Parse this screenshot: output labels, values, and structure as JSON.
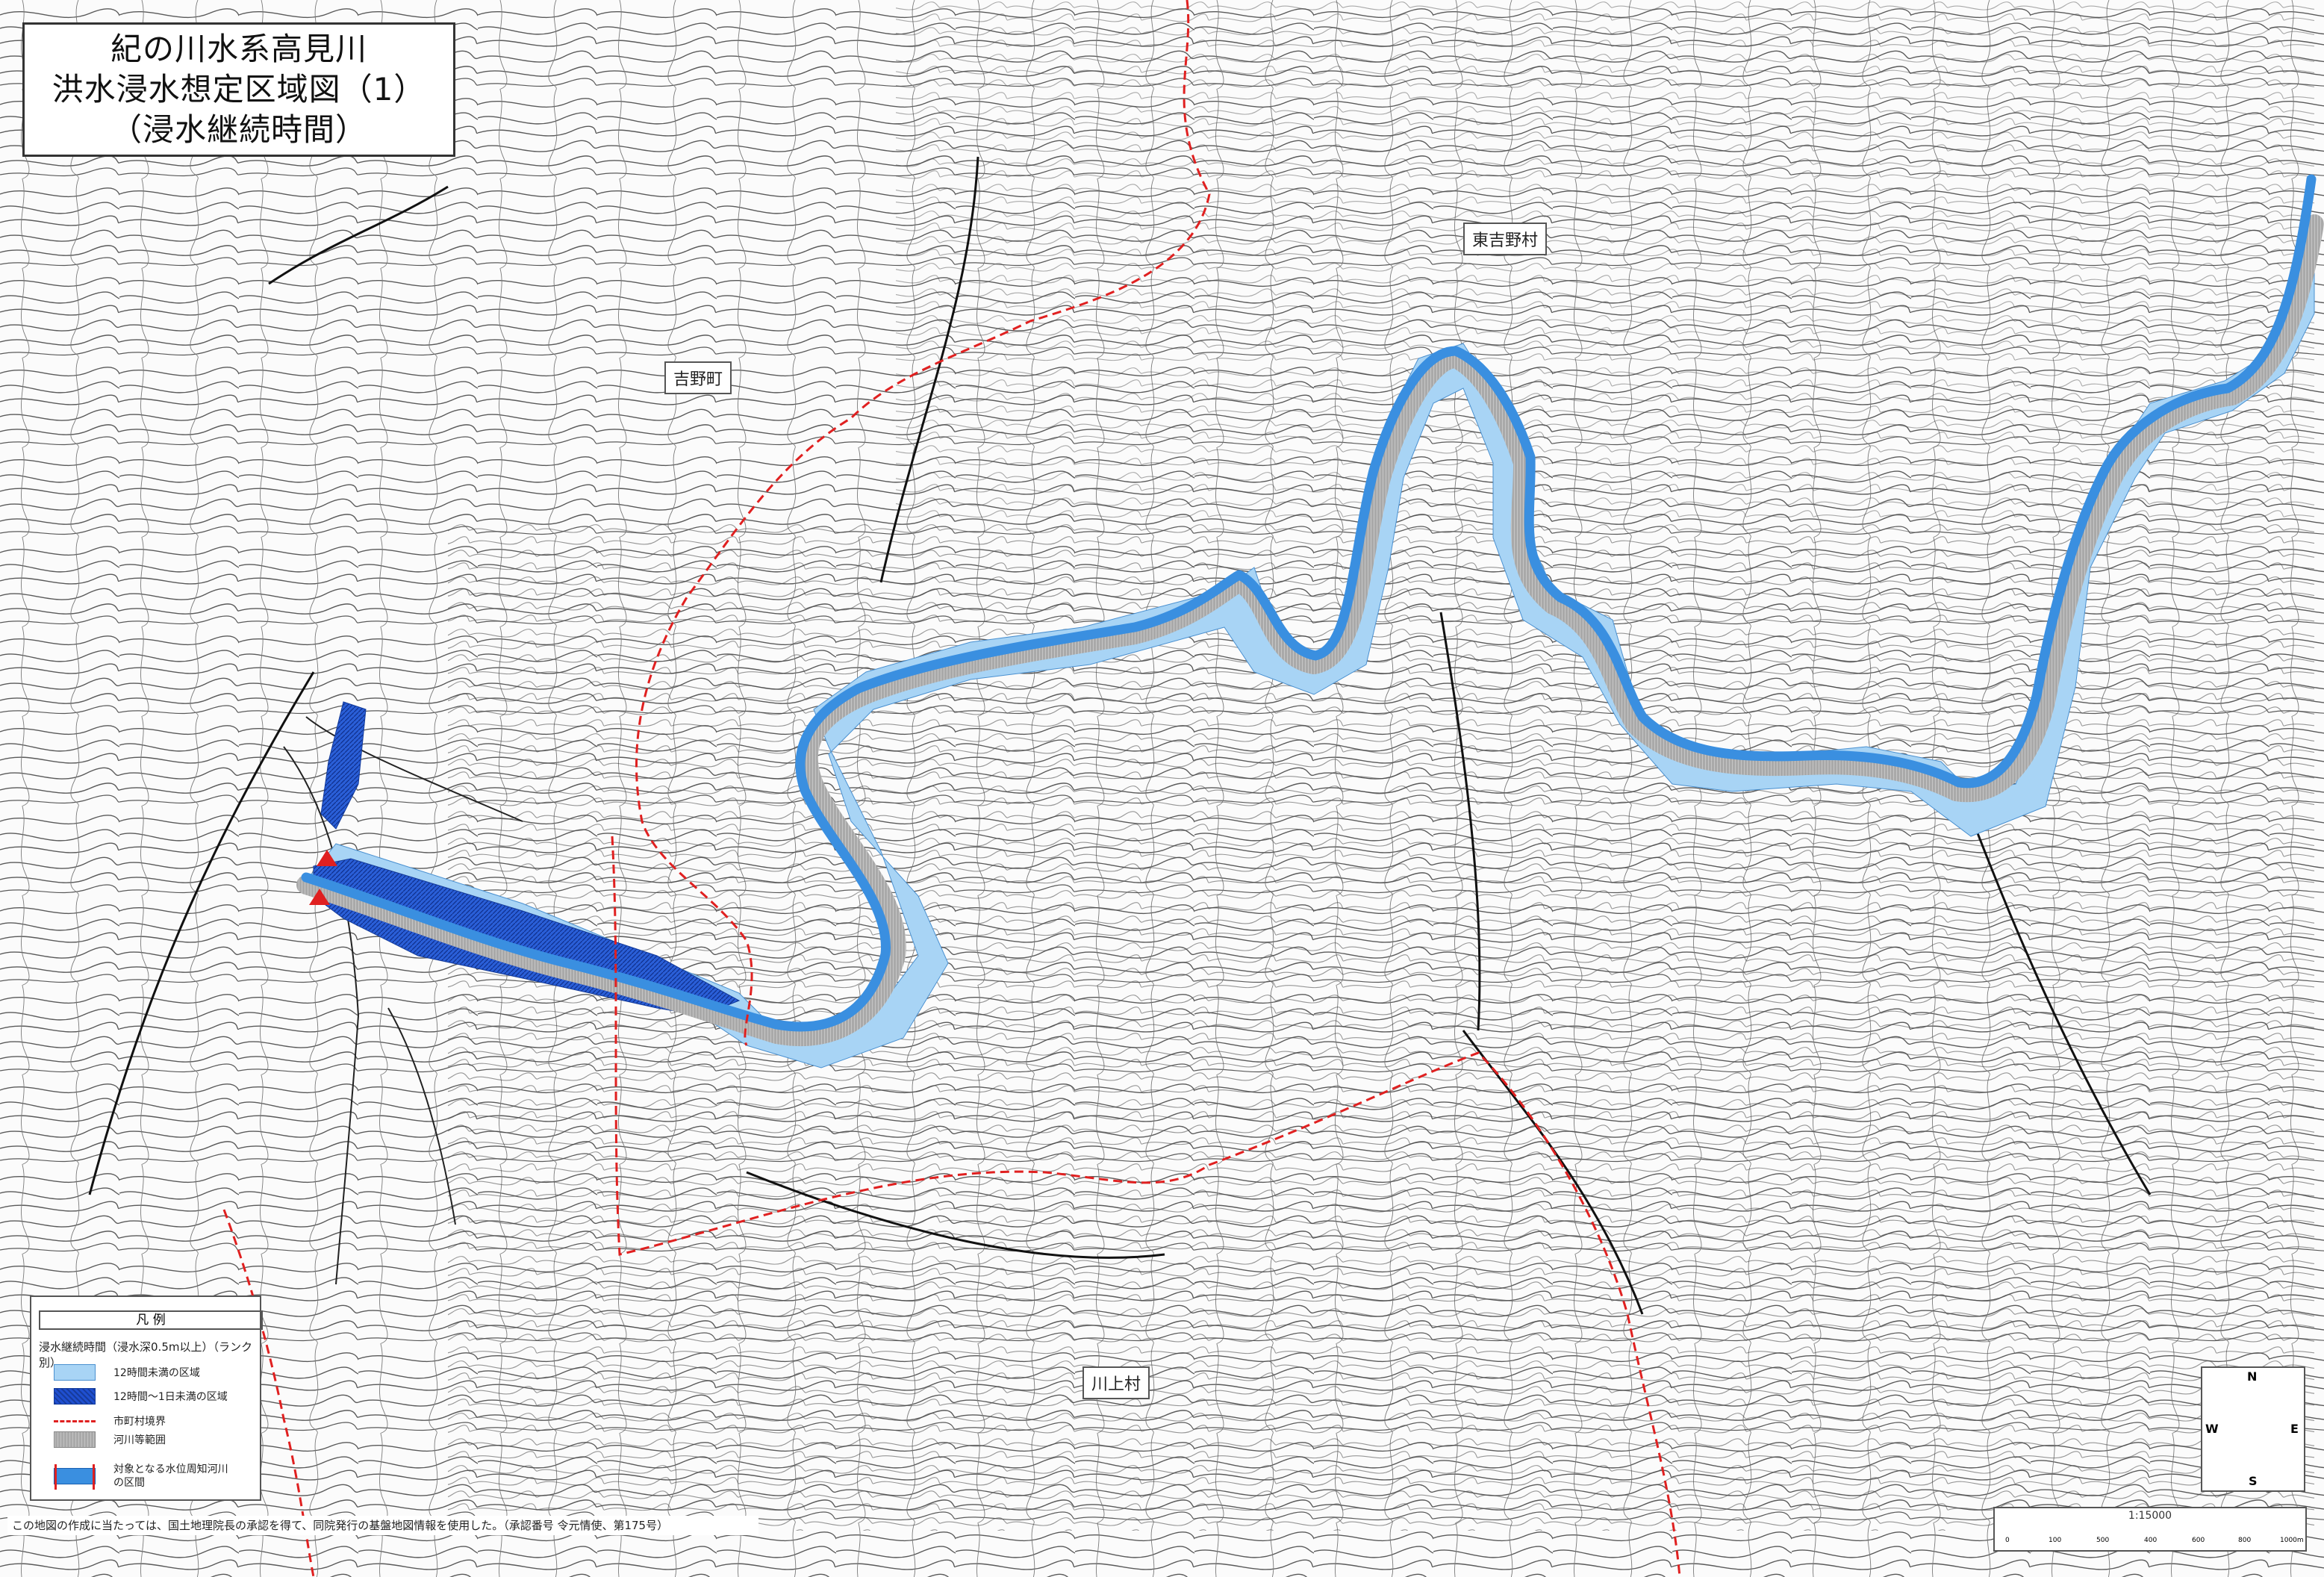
{
  "title": {
    "line1": "紀の川水系高見川",
    "line2": "洪水浸水想定区域図（1）",
    "line3": "（浸水継続時間）"
  },
  "places": {
    "yoshino": "吉野町",
    "higashiyoshino": "東吉野村",
    "kawakami": "川上村"
  },
  "legend": {
    "title": "凡 例",
    "subtitle": "浸水継続時間（浸水深0.5m以上）（ランク別）",
    "items": [
      {
        "label": "12時間未満の区域",
        "color": "#a8d4f5"
      },
      {
        "label": "12時間～1日未満の区域",
        "color": "#1f4fd0"
      },
      {
        "label": "市町村境界",
        "color": "#e02020"
      },
      {
        "label": "河川等範囲",
        "color": "#a9a9a9"
      },
      {
        "label_line1": "対象となる水位周知河川",
        "label_line2": "の区間",
        "color": "#3a8fe0"
      }
    ]
  },
  "credit": "この地図の作成に当たっては、国土地理院長の承認を得て、同院発行の基盤地図情報を使用した。（承認番号 令元情使、第175号）",
  "compass": {
    "n": "N",
    "s": "S",
    "e": "E",
    "w": "W"
  },
  "scale": {
    "ratio": "1:15000",
    "ticks": [
      "0",
      "100",
      "500",
      "400",
      "600",
      "800",
      "1000m"
    ]
  },
  "colors": {
    "flood_light": "#a8d4f5",
    "flood_dark": "#1f4fd0",
    "river": "#3a8fe0",
    "river_zone": "#a9a9a9",
    "boundary": "#e02020",
    "contour": "#4a4a4a"
  }
}
